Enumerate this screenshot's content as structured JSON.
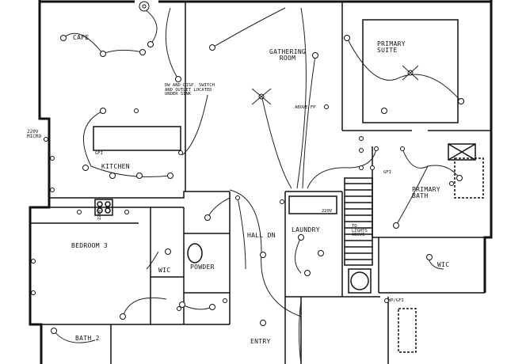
{
  "rooms": {
    "cafe": "CAFE",
    "gathering_room": "GATHERING\nROOM",
    "primary_suite": "PRIMARY\nSUITE",
    "kitchen": "KITCHEN",
    "primary_bath": "PRIMARY\nBATH",
    "bedroom_3": "BEDROOM 3",
    "wic_left": "WIC",
    "powder": "POWDER",
    "hall_dn": "HALL DN",
    "laundry": "LAUNDRY",
    "wic_right": "WIC",
    "bath_2": "BATH 2",
    "entry": "ENTRY"
  },
  "notes": {
    "dw_note": "DW AND DISP. SWITCH\nAND OUTLET LOCATED\nUNDER SINK",
    "above_fp": "ABOVE FP",
    "v220_micro": "220V\nMICRO",
    "v220_kitchen": "220V",
    "v220_laundry": "220V",
    "to_lights_above": "TO\nLIGHTS\nABOVE",
    "gfi_kitchen": "GFI",
    "gfi_bath": "GFI",
    "wp_gfi": "WP/GFI"
  }
}
